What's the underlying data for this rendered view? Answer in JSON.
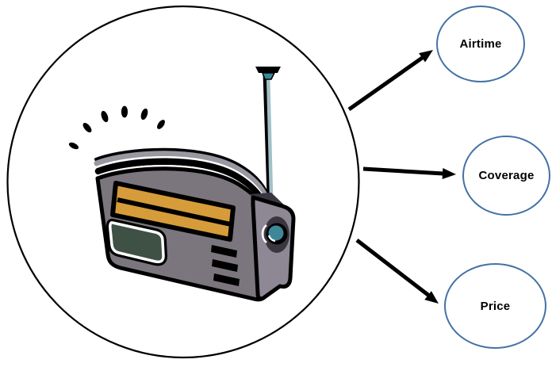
{
  "diagram": {
    "hub": {
      "icon": "radio"
    },
    "nodes": [
      {
        "id": "airtime",
        "label": "Airtime"
      },
      {
        "id": "coverage",
        "label": "Coverage"
      },
      {
        "id": "price",
        "label": "Price"
      }
    ],
    "colors": {
      "node_border": "#4472a4",
      "hub_border": "#000000",
      "arrow": "#000000",
      "radio_body_gray": "#7b767e",
      "radio_lid_gray": "#9b97a0",
      "radio_side_gray": "#8d8893",
      "radio_dark_gray": "#3a3640",
      "radio_display_orange": "#d69c3a",
      "radio_panel_green": "#3f5045",
      "radio_knob_teal": "#3e8799",
      "radio_antenna_blue": "#a3c0c8"
    }
  }
}
